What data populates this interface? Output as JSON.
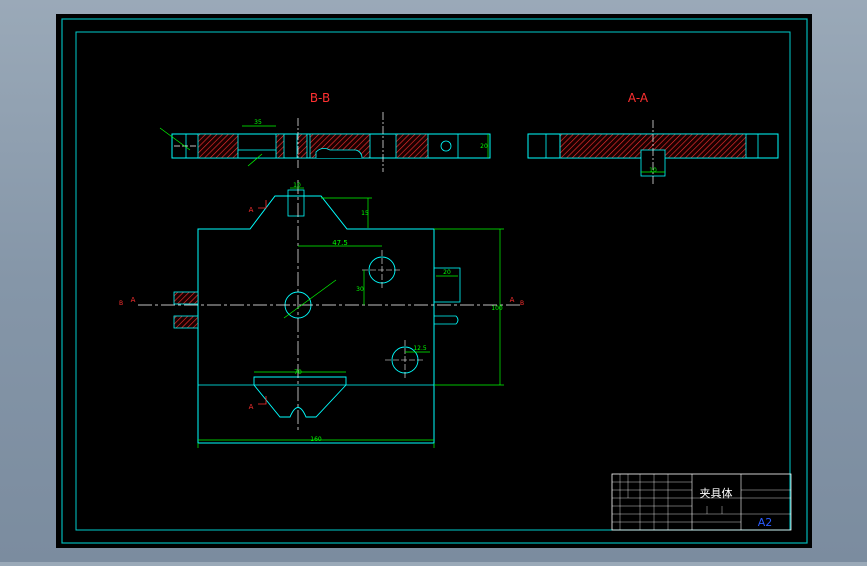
{
  "colors": {
    "background": "#000000",
    "frame": "#00cccc",
    "outline": "#00ffff",
    "dimension": "#00ff00",
    "centerline": "#ffffff",
    "hatch": "#ff3030",
    "section_mark": "#ff0000",
    "table_text": "#2a5cff",
    "title_text": "#ffffff"
  },
  "drawing": {
    "section_bb_label": "B-B",
    "section_aa_label": "A-A",
    "cut_label_a": "A",
    "cut_label_b": "B"
  },
  "dimensions": {
    "bb_width_slot": "35",
    "bb_height": "20",
    "aa_slot_width": "10",
    "top_tab_width": "10",
    "top_tab_height": "15",
    "hole_offset_x": "47.5",
    "hole_offset_y": "30",
    "side_slot_width": "20",
    "overall_height": "100",
    "bottom_hole_x": "12.5",
    "bottom_v_width": "70",
    "overall_width": "160"
  },
  "title_block": {
    "part_name": "夹具体",
    "sheet_size": "A2"
  }
}
